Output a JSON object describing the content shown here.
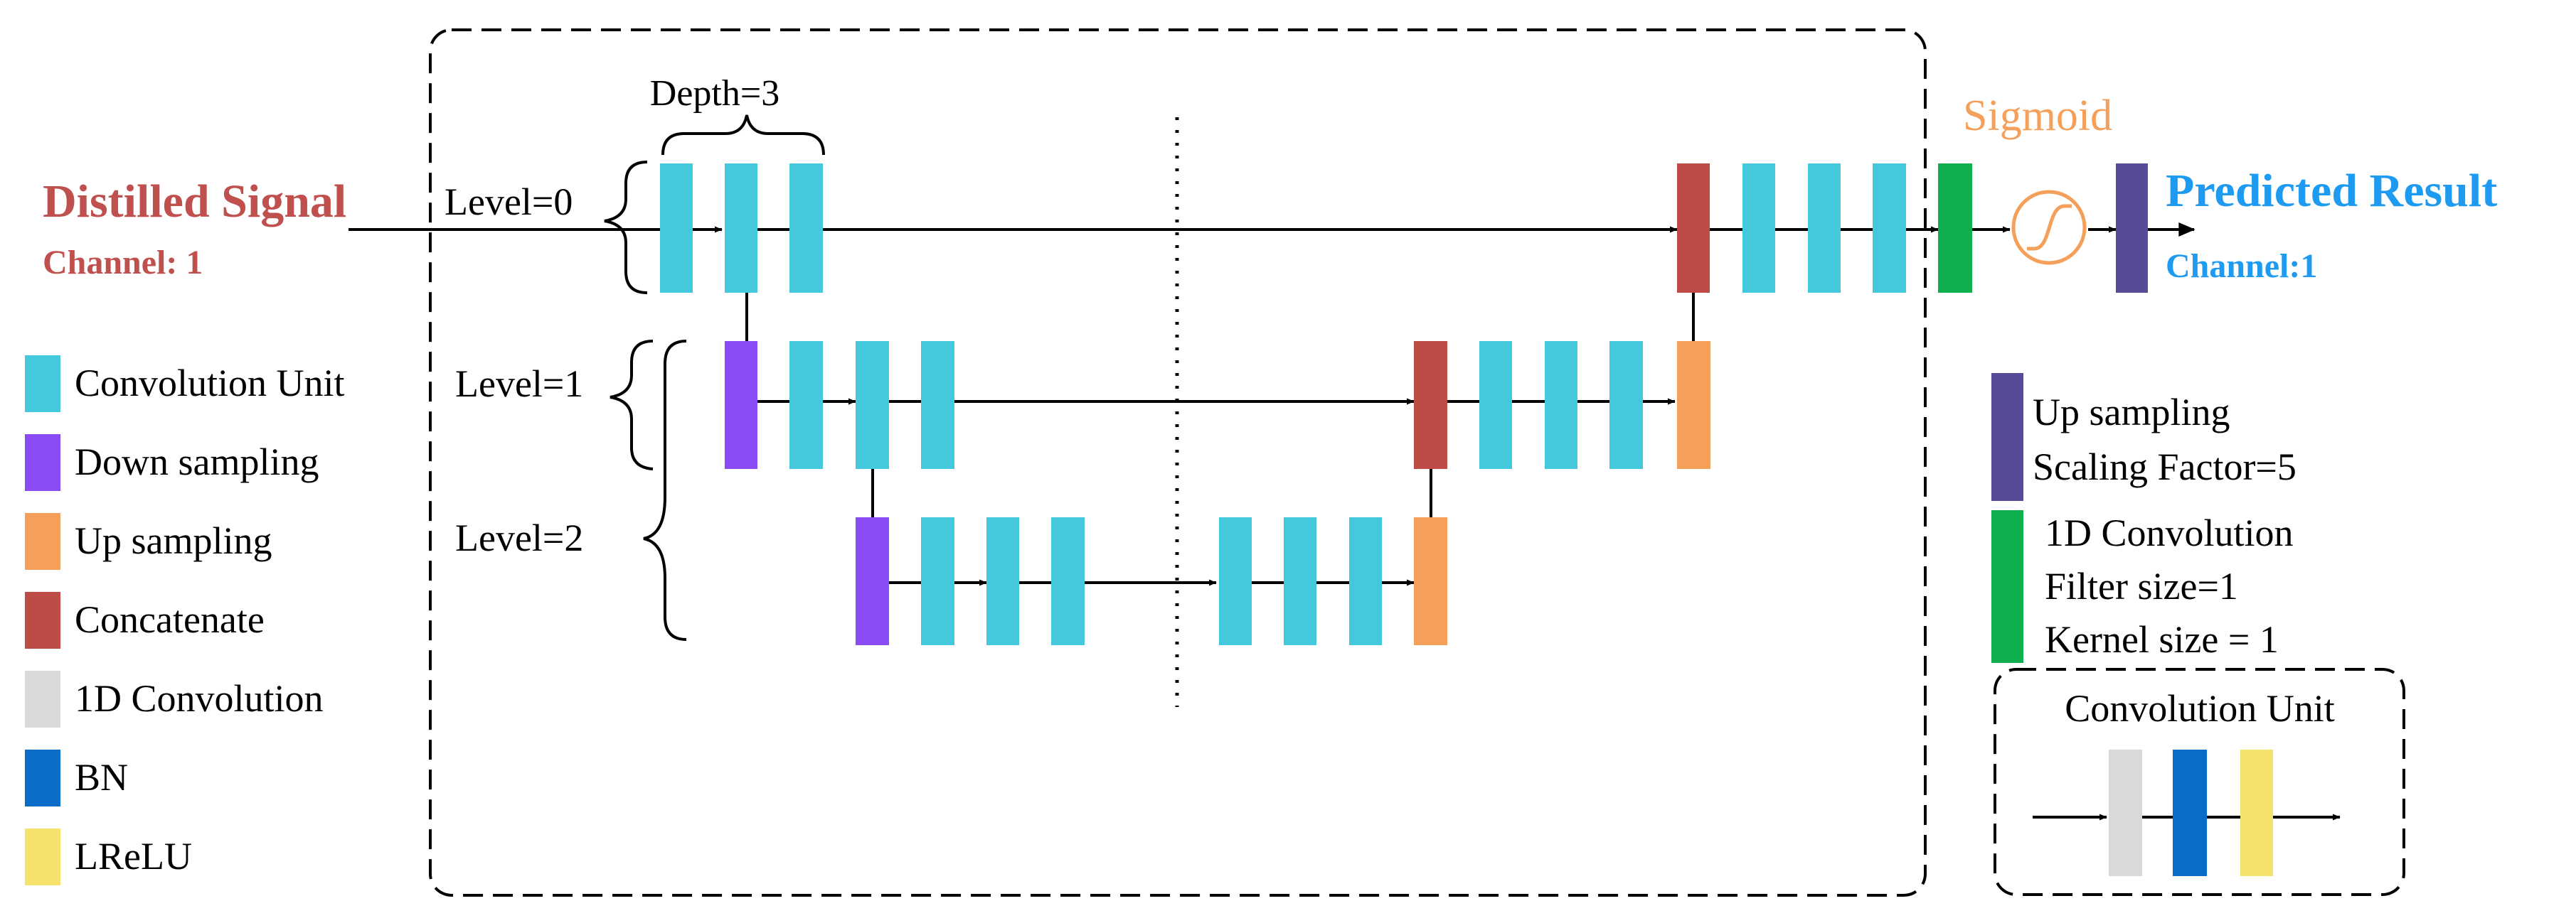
{
  "input": {
    "title": "Distilled Signal",
    "channel": "Channel: 1"
  },
  "output": {
    "title": "Predicted Result",
    "channel": "Channel:1"
  },
  "sigmoid_label": "Sigmoid",
  "depth_label": "Depth=3",
  "levels": [
    "Level=0",
    "Level=1",
    "Level=2"
  ],
  "legend": [
    {
      "label": "Convolution Unit",
      "color": "#46C8DC"
    },
    {
      "label": "Down sampling",
      "color": "#8B4CF5"
    },
    {
      "label": "Up sampling",
      "color": "#F5A05A"
    },
    {
      "label": "Concatenate",
      "color": "#BE4B46"
    },
    {
      "label": "1D Convolution",
      "color": "#D9D9D9"
    },
    {
      "label": "BN",
      "color": "#0A6EC8"
    },
    {
      "label": "LReLU",
      "color": "#F5E16E"
    }
  ],
  "right_legend": {
    "upsampling": {
      "line1": "Up sampling",
      "line2": "Scaling Factor=5",
      "color": "#574A96"
    },
    "conv1d": {
      "line1": "1D Convolution",
      "line2": "Filter size=1",
      "line3": "Kernel size = 1",
      "color": "#0FAF50"
    },
    "conv_unit_box": {
      "title": "Convolution Unit"
    }
  },
  "colors": {
    "input_title": "#C0504D",
    "output_title": "#1E9BF0",
    "sigmoid": "#F5A05A",
    "line": "#000000"
  }
}
